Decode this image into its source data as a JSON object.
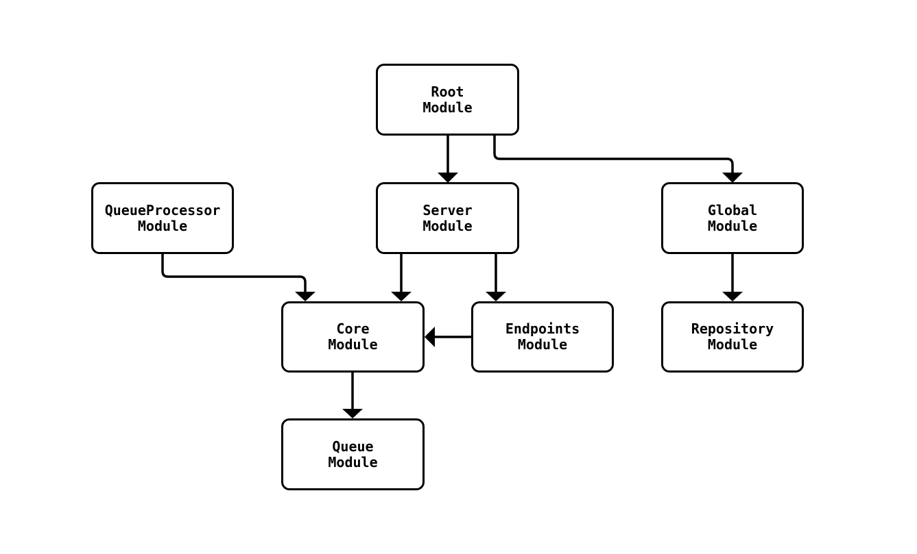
{
  "diagram": {
    "type": "flowchart",
    "direction": "top-down",
    "colors": {
      "background": "#ffffff",
      "node_fill": "#ffffff",
      "node_border": "#000000",
      "edge": "#000000",
      "text": "#000000"
    },
    "nodes": [
      {
        "id": "root",
        "label": "Root\nModule"
      },
      {
        "id": "queue_processor",
        "label": "QueueProcessor\nModule"
      },
      {
        "id": "server",
        "label": "Server\nModule"
      },
      {
        "id": "global",
        "label": "Global\nModule"
      },
      {
        "id": "core",
        "label": "Core\nModule"
      },
      {
        "id": "endpoints",
        "label": "Endpoints\nModule"
      },
      {
        "id": "repository",
        "label": "Repository\nModule"
      },
      {
        "id": "queue",
        "label": "Queue\nModule"
      }
    ],
    "edges": [
      {
        "from": "root",
        "to": "server"
      },
      {
        "from": "root",
        "to": "global"
      },
      {
        "from": "queue_processor",
        "to": "core"
      },
      {
        "from": "server",
        "to": "core"
      },
      {
        "from": "server",
        "to": "endpoints"
      },
      {
        "from": "endpoints",
        "to": "core"
      },
      {
        "from": "global",
        "to": "repository"
      },
      {
        "from": "core",
        "to": "queue"
      }
    ]
  }
}
